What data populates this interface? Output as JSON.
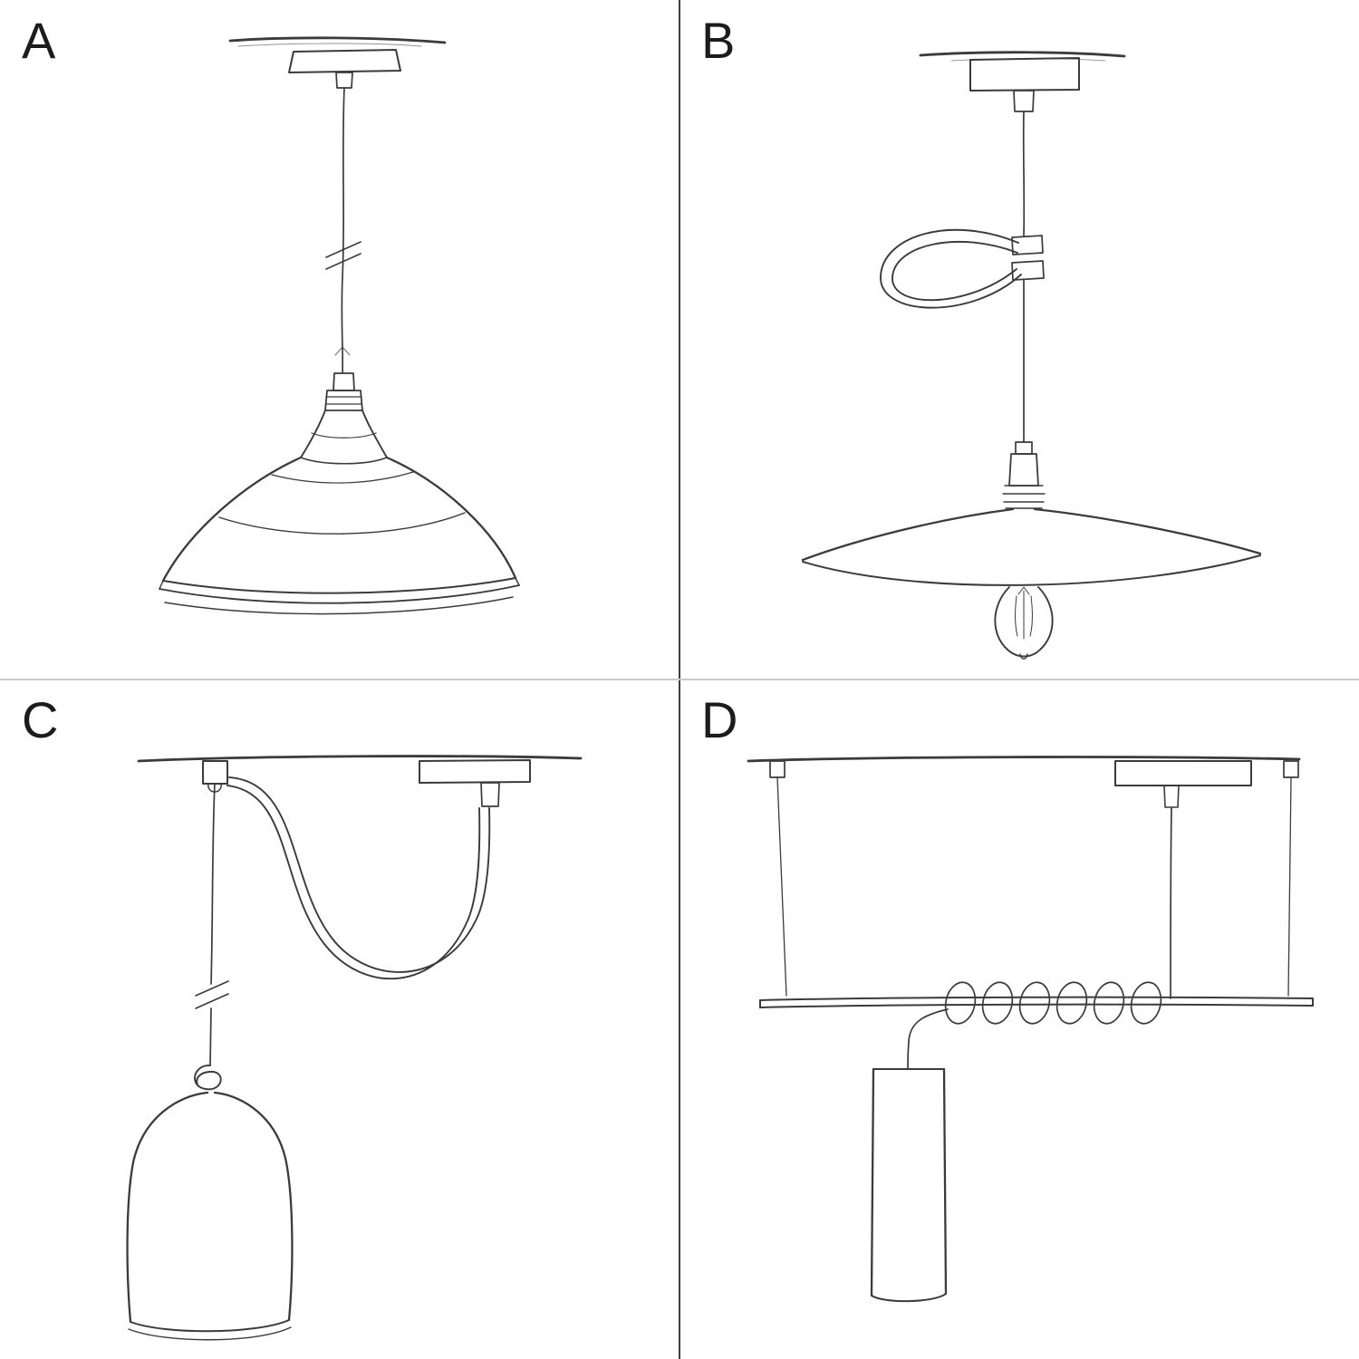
{
  "colors": {
    "background": "#ffffff",
    "ink": "#3b3b3b",
    "label": "#1c1c1c",
    "divider-v": "#3f3f3f",
    "divider-h": "#c9c9c9"
  },
  "panels": [
    {
      "label": "A",
      "sketch": "pendant-with-metal-barn-shade"
    },
    {
      "label": "B",
      "sketch": "pendant-with-flat-plate-shade-bulb-and-cable-wrap"
    },
    {
      "label": "C",
      "sketch": "swag-pendant-with-ceiling-hook-knot-and-bell-shade"
    },
    {
      "label": "D",
      "sketch": "suspended-bar-pendant-with-coiled-cable-and-tube-shade"
    }
  ]
}
